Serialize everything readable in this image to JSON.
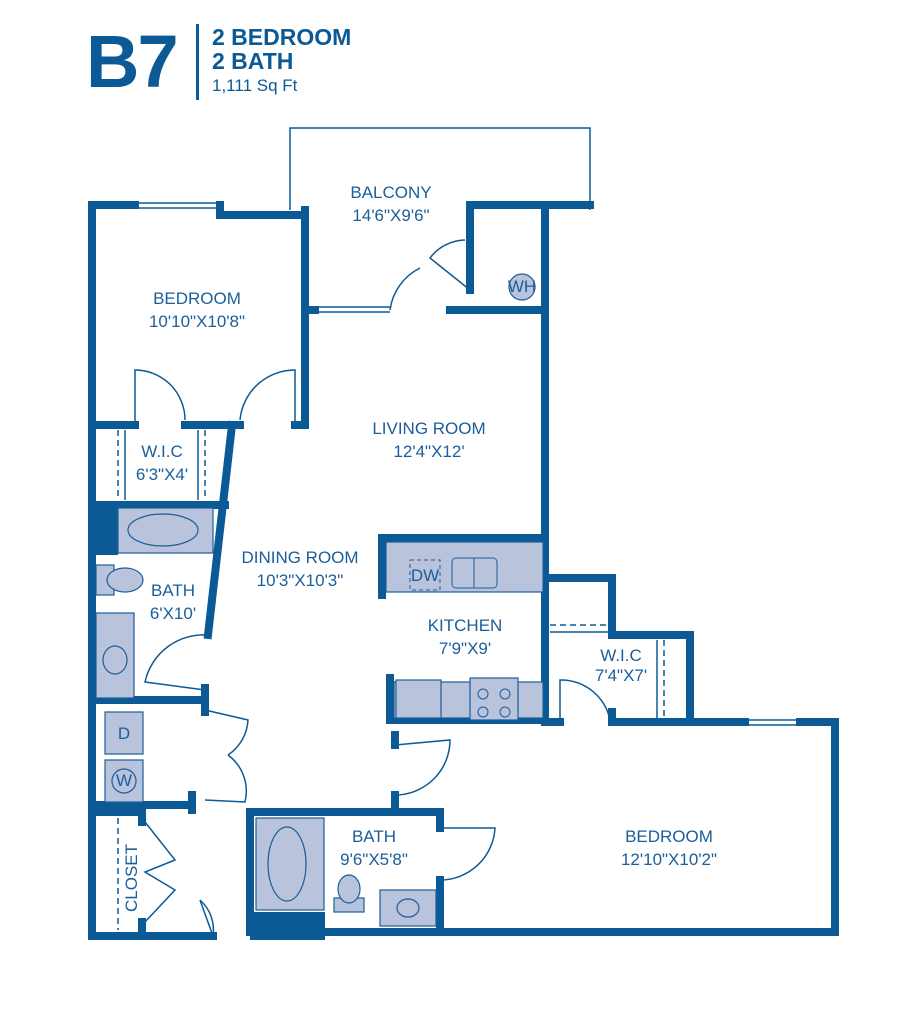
{
  "header": {
    "unit_code": "B7",
    "bedrooms": "2 BEDROOM",
    "baths": "2 BATH",
    "area": "1,111 Sq Ft"
  },
  "rooms": {
    "balcony": {
      "name": "BALCONY",
      "size": "14'6\"X9'6\""
    },
    "bedroom1": {
      "name": "BEDROOM",
      "size": "10'10\"X10'8\""
    },
    "living": {
      "name": "LIVING ROOM",
      "size": "12'4\"X12'"
    },
    "wic1": {
      "name": "W.I.C",
      "size": "6'3\"X4'"
    },
    "dining": {
      "name": "DINING ROOM",
      "size": "10'3\"X10'3\""
    },
    "bath1": {
      "name": "BATH",
      "size": "6'X10'"
    },
    "kitchen": {
      "name": "KITCHEN",
      "size": "7'9\"X9'"
    },
    "wic2": {
      "name": "W.I.C",
      "size": "7'4\"X7'"
    },
    "bath2": {
      "name": "BATH",
      "size": "9'6\"X5'8\""
    },
    "bedroom2": {
      "name": "BEDROOM",
      "size": "12'10\"X10'2\""
    },
    "closet": {
      "name": "CLOSET"
    }
  },
  "fixtures": {
    "water_heater": "WH",
    "dishwasher": "DW",
    "dryer": "D",
    "washer": "W"
  },
  "colors": {
    "wall": "#0b5a96",
    "fixture": "#b9c3dc"
  }
}
